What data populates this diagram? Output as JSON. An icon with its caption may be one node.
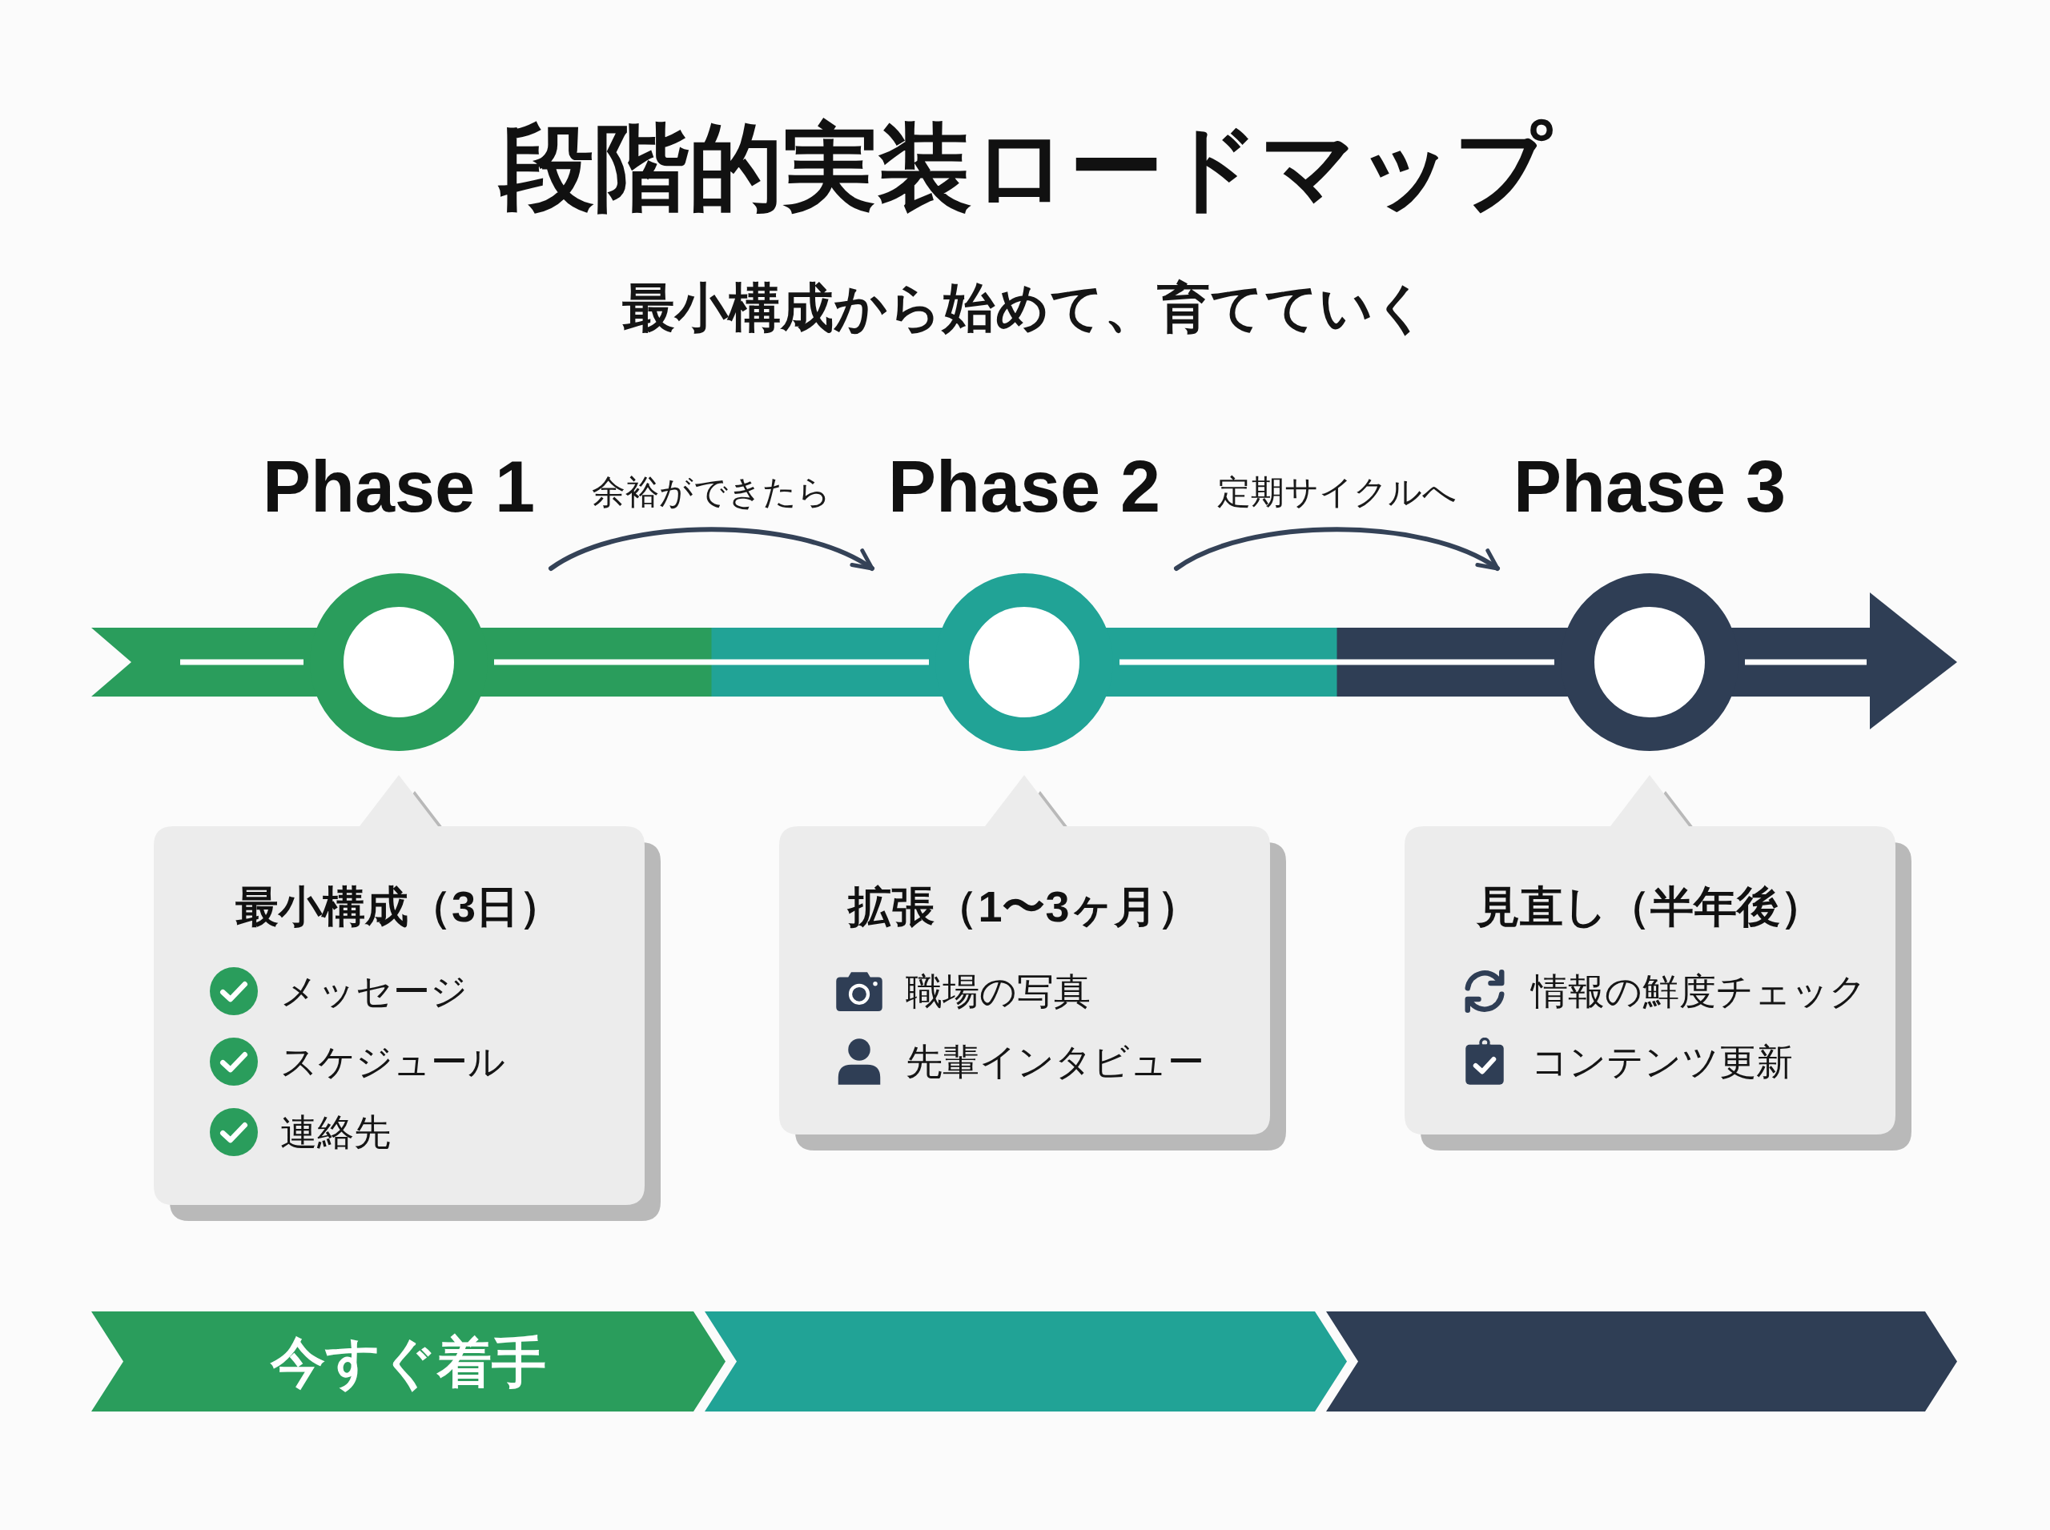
{
  "diagram": {
    "title": "段階的実装ロードマップ",
    "nodes": [
      {
        "text": [
          "Phase 1"
        ]
      },
      {
        "text": [
          "Phase 2"
        ]
      },
      {
        "text": [
          "Phase 3"
        ]
      },
      {
        "text": [
          "最小構成（3日）",
          "メッセージ",
          "スケジュール",
          "連絡先"
        ]
      },
      {
        "text": [
          "拡張（1〜3ヶ月）",
          "職場の写真",
          "先輩インタビュー"
        ]
      },
      {
        "text": [
          "見直し（半年後）",
          "情報の鮮度チェック",
          "コンテンツ更新"
        ]
      },
      {
        "text": [
          "今すぐ着手"
        ]
      },
      {
        "text": [],
        "shape": "chevron"
      },
      {
        "text": [],
        "shape": "chevron"
      }
    ],
    "edges": [
      {
        "from": 0,
        "to": 1,
        "arrow": "to",
        "label": "余裕ができたら"
      },
      {
        "from": 1,
        "to": 2,
        "arrow": "to",
        "label": "定期サイクルへ"
      }
    ],
    "labels": [
      "最小構成から始めて、育てていく"
    ]
  }
}
